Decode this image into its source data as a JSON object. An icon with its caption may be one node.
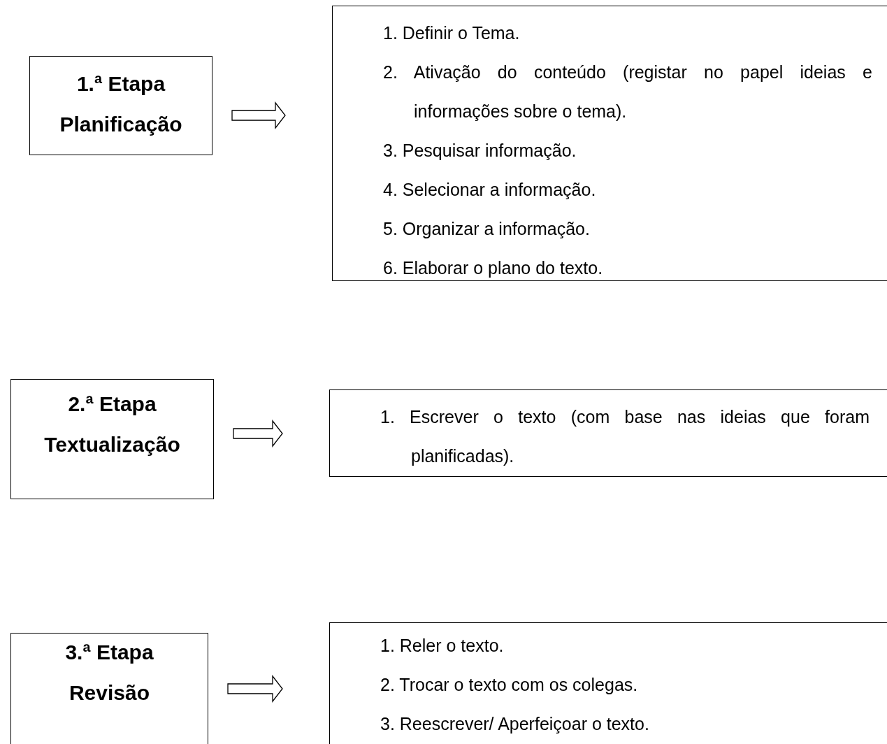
{
  "diagram": {
    "nodes": [
      {
        "text": [
          "1.ª Etapa",
          "Planificação"
        ]
      },
      {
        "text": [
          "1. Definir o Tema.",
          "2. Ativação do conteúdo (registar no papel ideias e informações sobre o tema).",
          "3. Pesquisar informação.",
          "4. Selecionar a informação.",
          "5. Organizar a informação.",
          "6. Elaborar o plano do texto."
        ]
      },
      {
        "text": [
          "2.ª Etapa",
          "Textualização"
        ]
      },
      {
        "text": [
          "1. Escrever o texto (com base nas ideias que foram planificadas)."
        ]
      },
      {
        "text": [
          "3.ª Etapa",
          "Revisão"
        ]
      },
      {
        "text": [
          "1. Reler o texto.",
          "2. Trocar o texto com os colegas.",
          "3. Reescrever/ Aperfeiçoar o texto."
        ]
      }
    ],
    "edges": [
      {
        "from": 0,
        "to": 1,
        "arrow": "to"
      },
      {
        "from": 2,
        "to": 3,
        "arrow": "to"
      },
      {
        "from": 4,
        "to": 5,
        "arrow": "to"
      }
    ]
  }
}
